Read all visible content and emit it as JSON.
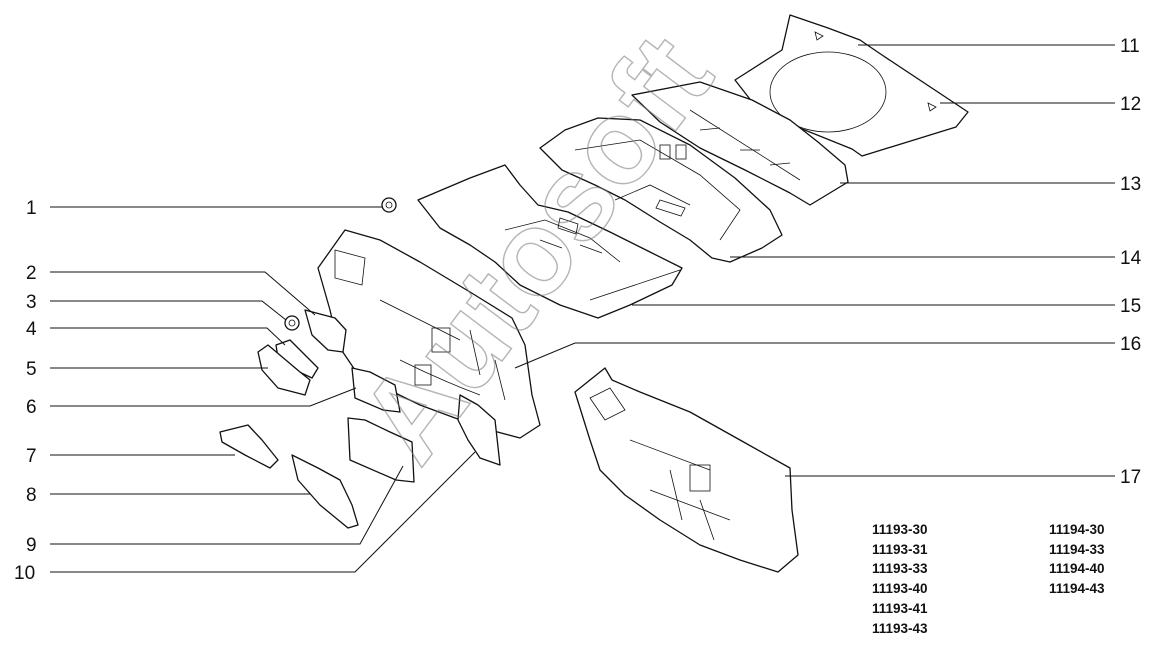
{
  "callouts": [
    "1",
    "2",
    "3",
    "4",
    "5",
    "6",
    "7",
    "8",
    "9",
    "10",
    "11",
    "12",
    "13",
    "14",
    "15",
    "16",
    "17"
  ],
  "model_codes_left": [
    "11193-30",
    "11193-31",
    "11193-33",
    "11193-40",
    "11193-41",
    "11193-43"
  ],
  "model_codes_right": [
    "11194-30",
    "11194-33",
    "11194-40",
    "11194-43"
  ],
  "watermark": "Autosoft"
}
